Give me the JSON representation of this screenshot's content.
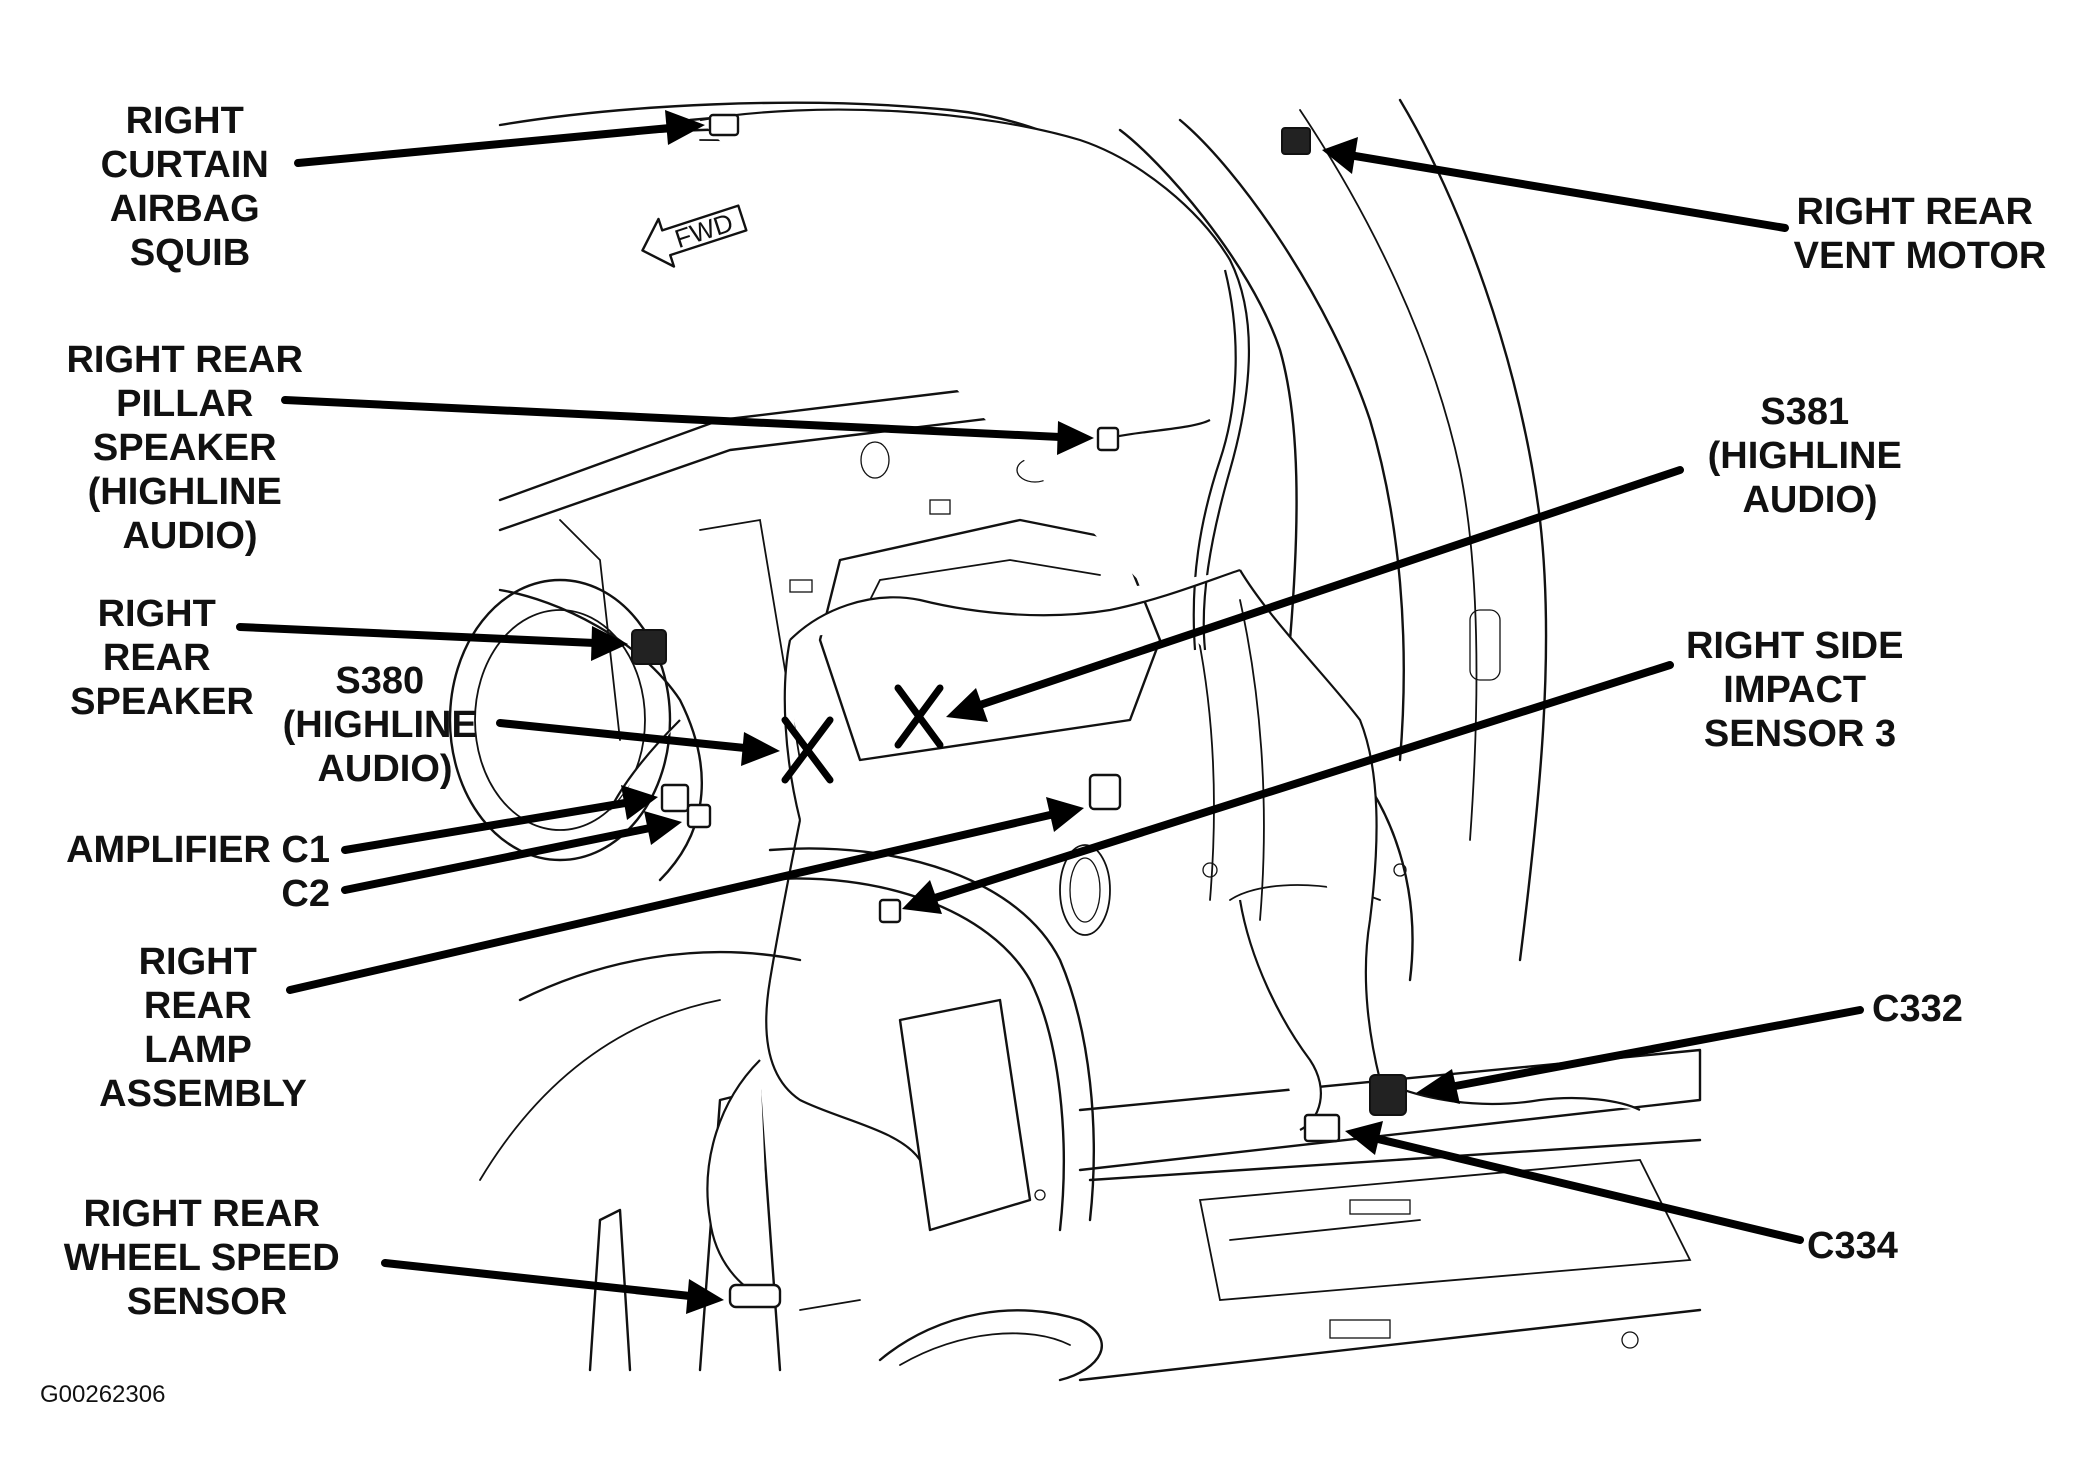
{
  "labels": {
    "curtain_airbag": [
      "RIGHT",
      "CURTAIN",
      "AIRBAG",
      "SQUIB"
    ],
    "pillar_speaker": [
      "RIGHT REAR",
      "PILLAR",
      "SPEAKER",
      "(HIGHLINE",
      "AUDIO)"
    ],
    "rear_speaker": [
      "RIGHT",
      "REAR",
      "SPEAKER"
    ],
    "s380": [
      "S380",
      "(HIGHLINE",
      "AUDIO)"
    ],
    "amplifier_c1": "AMPLIFIER C1",
    "amplifier_c2": "C2",
    "rear_lamp": [
      "RIGHT",
      "REAR",
      "LAMP",
      "ASSEMBLY"
    ],
    "wheel_speed": [
      "RIGHT REAR",
      "WHEEL SPEED",
      "SENSOR"
    ],
    "vent_motor": [
      "RIGHT REAR",
      "VENT MOTOR"
    ],
    "s381": [
      "S381",
      "(HIGHLINE",
      "AUDIO)"
    ],
    "impact_sensor": [
      "RIGHT SIDE",
      "IMPACT",
      "SENSOR 3"
    ],
    "c332": "C332",
    "c334": "C334"
  },
  "fwd_marker": "FWD",
  "figure_id": "G00262306"
}
